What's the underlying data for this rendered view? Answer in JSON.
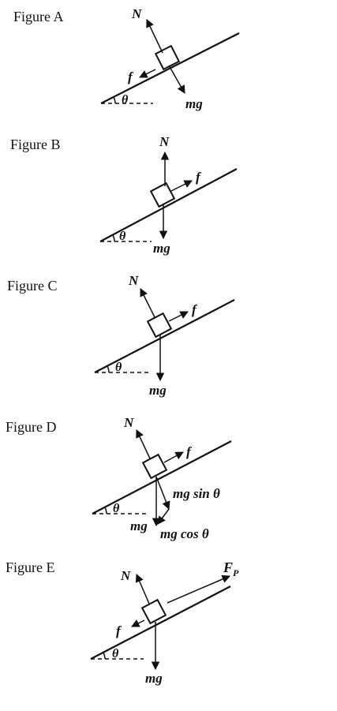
{
  "figures": [
    {
      "title": "Figure A",
      "labels": {
        "normal": "N",
        "friction": "f",
        "weight": "mg",
        "angle": "θ"
      }
    },
    {
      "title": "Figure B",
      "labels": {
        "normal": "N",
        "friction": "f",
        "weight": "mg",
        "angle": "θ"
      }
    },
    {
      "title": "Figure C",
      "labels": {
        "normal": "N",
        "friction": "f",
        "weight": "mg",
        "angle": "θ"
      }
    },
    {
      "title": "Figure D",
      "labels": {
        "normal": "N",
        "friction": "f",
        "weight": "mg",
        "angle": "θ",
        "parallel_component": "mg sin θ",
        "perpendicular_component": "mg cos θ"
      }
    },
    {
      "title": "Figure E",
      "labels": {
        "normal": "N",
        "friction": "f",
        "weight": "mg",
        "angle": "θ",
        "pull": "F",
        "pull_subscript": "P"
      }
    }
  ]
}
